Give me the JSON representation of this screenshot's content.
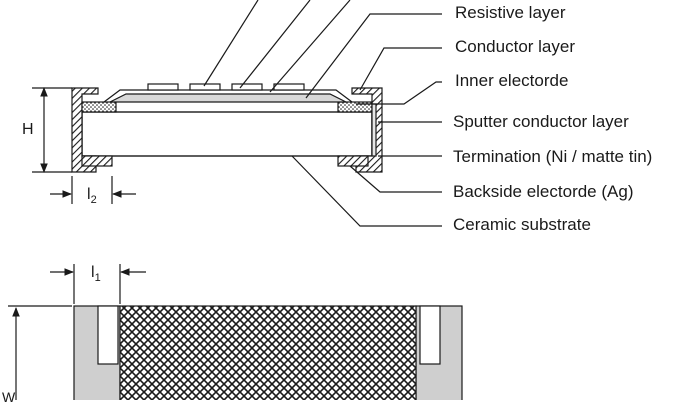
{
  "labels": {
    "resistive_layer": "Resistive layer",
    "conductor_layer": "Conductor layer",
    "inner_electrode": "Inner electorde",
    "sputter_conductor_layer": "Sputter conductor layer",
    "termination": "Termination (Ni / matte tin)",
    "backside_electrode": "Backside electorde (Ag)",
    "ceramic_substrate": "Ceramic substrate"
  },
  "dimensions": {
    "height": "H",
    "l2_base": "l",
    "l2_sub": "2",
    "l1_base": "l",
    "l1_sub": "1",
    "w_base": "W"
  },
  "colors": {
    "stroke": "#1a1a1a",
    "electrode_gray": "#cfcfcf",
    "body_gray": "#bdbdbd"
  }
}
